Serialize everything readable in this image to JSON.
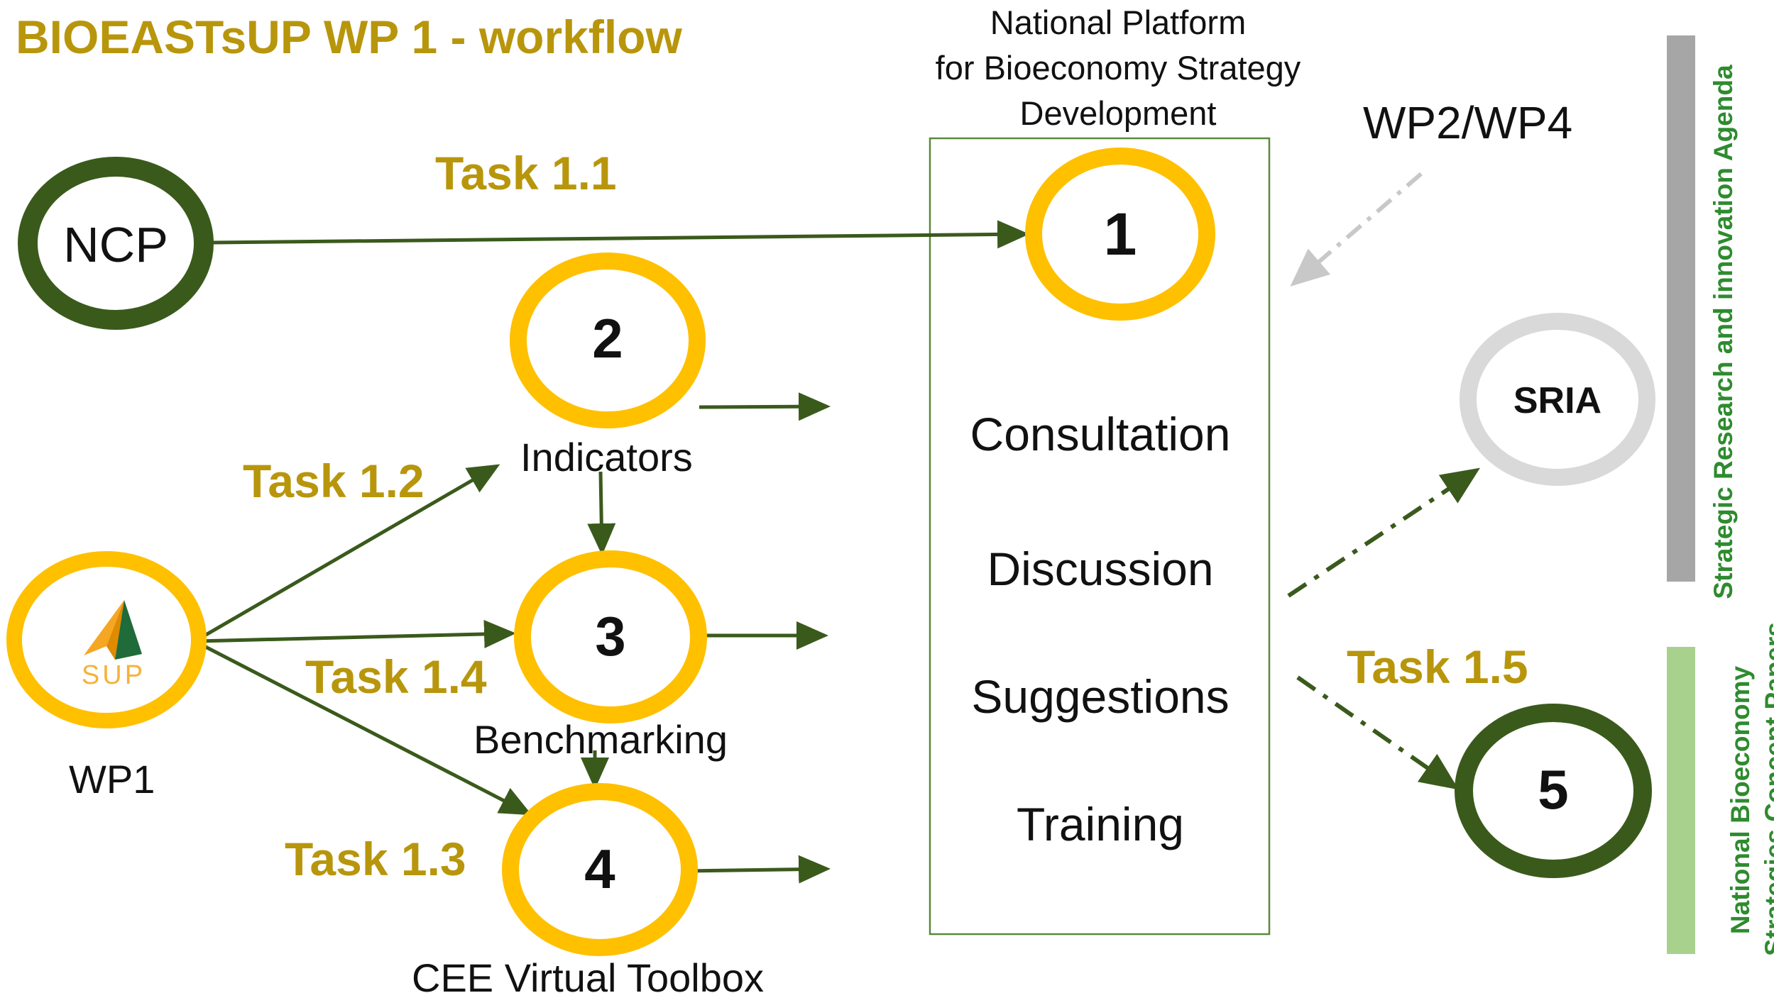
{
  "title": "BIOEASTsUP WP 1 - workflow",
  "platform": {
    "lines": [
      "National Platform",
      "for Bioeconomy Strategy",
      "Development"
    ]
  },
  "nodes": {
    "ncp": "NCP",
    "n1": "1",
    "n2": "2",
    "n3": "3",
    "n4": "4",
    "n5": "5",
    "sria": "SRIA",
    "wp1_logo_text": "SUP",
    "wp1_label": "WP1"
  },
  "labels": {
    "indicators": "Indicators",
    "benchmarking": "Benchmarking",
    "toolbox": "CEE Virtual Toolbox",
    "wp2wp4": "WP2/WP4"
  },
  "tasks": {
    "t11": "Task  1.1",
    "t12": "Task  1.2",
    "t13": "Task  1.3",
    "t14": "Task  1.4",
    "t15": "Task  1.5"
  },
  "activities": [
    "Consultation",
    "Discussion",
    "Suggestions",
    "Training"
  ],
  "side_bars": {
    "sria_agenda": "Strategic Research and innovation Agenda",
    "concept_line1": "National Bioeconomy",
    "concept_line2": "Strategies Concept  Papers"
  },
  "colors": {
    "gold": "#ffc000",
    "dark_green": "#3a5a1c",
    "task_gold": "#b8960c",
    "grey_ring": "#d9d9d9",
    "grey_bar": "#a6a6a6",
    "light_green_bar": "#a9d18e",
    "side_text_green": "#2e8b2e"
  }
}
